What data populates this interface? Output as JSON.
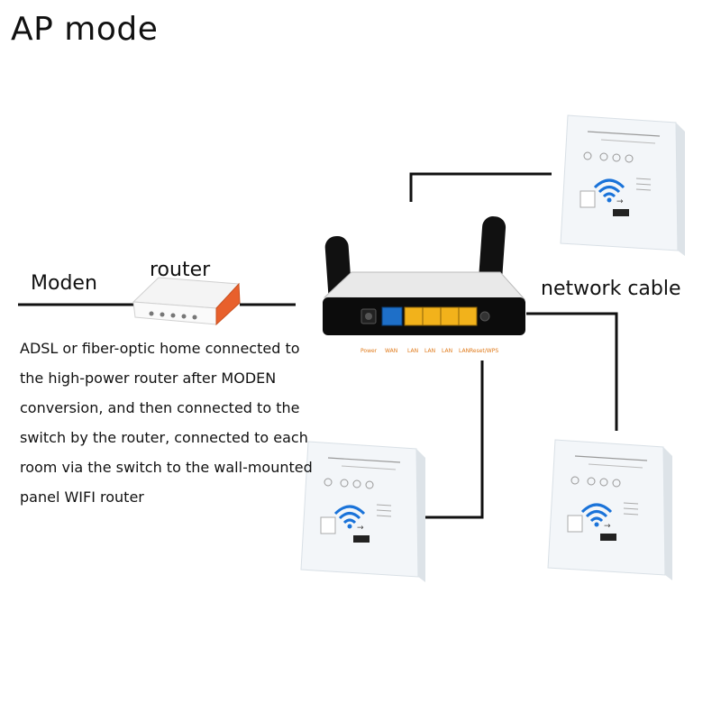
{
  "title": "AP mode",
  "labels": {
    "modem": "Moden",
    "router": "router",
    "network_cable": "network cable"
  },
  "description_lines": [
    "ADSL or fiber-optic home connected to",
    "the high-power router after MODEN",
    "conversion, and then connected to the",
    "switch by the router, connected to each",
    "room via the switch to the wall-mounted",
    "panel WIFI router"
  ],
  "switch_ports": [
    "Power",
    "WAN",
    "LAN",
    "LAN",
    "LAN",
    "LAN",
    "Reset/WPS"
  ],
  "colors": {
    "line": "#111111",
    "wan_port": "#1e6fc8",
    "lan_port": "#f2b21b",
    "port_label": "#e07a1a",
    "panel_wifi": "#1a73d9",
    "modem_accent": "#e8602c"
  }
}
